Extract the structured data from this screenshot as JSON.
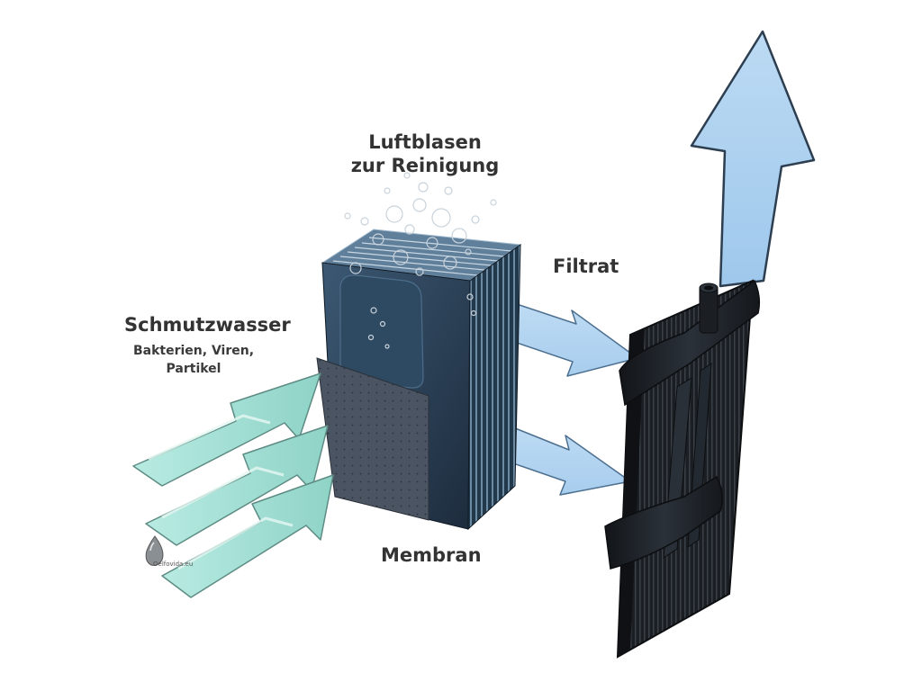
{
  "labels": {
    "air_bubbles_line1": "Luftblasen",
    "air_bubbles_line2": "zur Reinigung",
    "dirty_water": "Schmutzwasser",
    "contaminants_line1": "Bakterien, Viren,",
    "contaminants_line2": "Partikel",
    "filtrate": "Filtrat",
    "membrane": "Membran",
    "watermark": "Oelfovida.eu"
  },
  "colors": {
    "inlet_arrow": "#a8e0d6",
    "inlet_arrow_edge": "#5e8c84",
    "filtrate_arrow": "#a9cfef",
    "filtrate_arrow_edge": "#2c3e50",
    "module_dark": "#20262e",
    "membrane_block": "#2a3f55",
    "membrane_sheet": "#4a5361",
    "text": "#333333"
  }
}
